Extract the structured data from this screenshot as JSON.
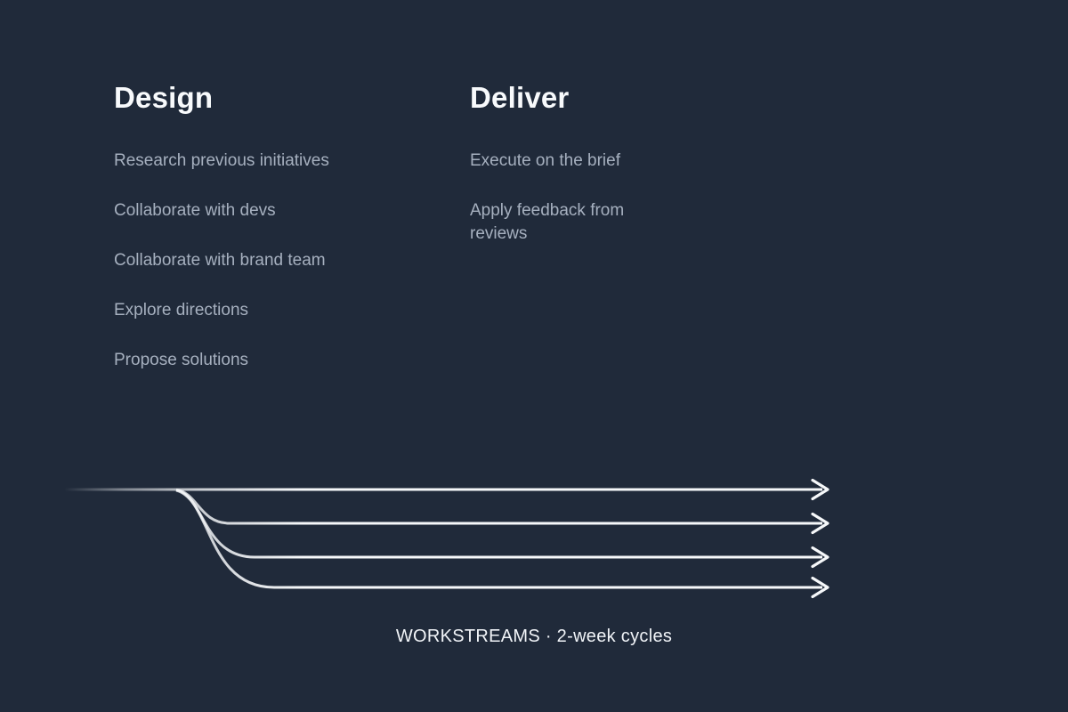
{
  "slide": {
    "background_color": "#202a3a",
    "columns": [
      {
        "title": "Design",
        "items": [
          "Research previous initiatives",
          "Collaborate with devs",
          "Collaborate with brand team",
          "Explore directions",
          "Propose solutions"
        ]
      },
      {
        "title": "Deliver",
        "items": [
          "Execute on the brief",
          "Apply feedback from reviews"
        ]
      }
    ],
    "diagram": {
      "caption": "WORKSTREAMS · 2-week cycles",
      "stream_count": 4,
      "line_color": "#f6f8fa",
      "description": "One fading-in trunk line branching into four parallel right-pointing arrows"
    },
    "colors": {
      "heading_text": "#f8fafc",
      "body_text": "#a6b0bf",
      "caption_text": "#f1f4f8"
    }
  }
}
